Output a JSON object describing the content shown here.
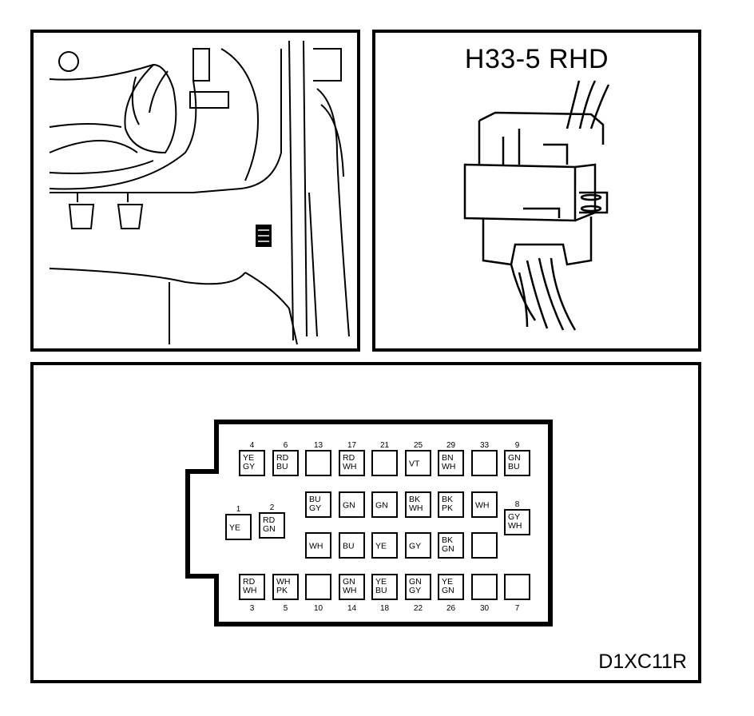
{
  "connector_title": "H33-5 RHD",
  "diagram_ref": "D1XC11R",
  "pins": [
    {
      "num": "4",
      "wire": [
        "YE",
        "GY"
      ]
    },
    {
      "num": "6",
      "wire": [
        "RD",
        "BU"
      ]
    },
    {
      "num": "13",
      "wire": []
    },
    {
      "num": "17",
      "wire": [
        "RD",
        "WH"
      ]
    },
    {
      "num": "21",
      "wire": []
    },
    {
      "num": "25",
      "wire": [
        "VT"
      ]
    },
    {
      "num": "29",
      "wire": [
        "BN",
        "WH"
      ]
    },
    {
      "num": "33",
      "wire": []
    },
    {
      "num": "9",
      "wire": [
        "GN",
        "BU"
      ]
    },
    {
      "num": "1",
      "wire": [
        "YE"
      ]
    },
    {
      "num": "2",
      "wire": [
        "RD",
        "GN"
      ]
    },
    {
      "num": "",
      "wire": [
        "BU",
        "GY"
      ]
    },
    {
      "num": "",
      "wire": [
        "GN"
      ]
    },
    {
      "num": "",
      "wire": [
        "GN"
      ]
    },
    {
      "num": "",
      "wire": [
        "BK",
        "WH"
      ]
    },
    {
      "num": "",
      "wire": [
        "BK",
        "PK"
      ]
    },
    {
      "num": "",
      "wire": [
        "WH"
      ]
    },
    {
      "num": "8",
      "wire": [
        "GY",
        "WH"
      ]
    },
    {
      "num": "",
      "wire": [
        "WH"
      ]
    },
    {
      "num": "",
      "wire": [
        "BU"
      ]
    },
    {
      "num": "",
      "wire": [
        "YE"
      ]
    },
    {
      "num": "",
      "wire": [
        "GY"
      ]
    },
    {
      "num": "",
      "wire": [
        "BK",
        "GN"
      ]
    },
    {
      "num": "",
      "wire": []
    },
    {
      "num": "3",
      "wire": [
        "RD",
        "WH"
      ]
    },
    {
      "num": "5",
      "wire": [
        "WH",
        "PK"
      ]
    },
    {
      "num": "10",
      "wire": []
    },
    {
      "num": "14",
      "wire": [
        "GN",
        "WH"
      ]
    },
    {
      "num": "18",
      "wire": [
        "YE",
        "BU"
      ]
    },
    {
      "num": "22",
      "wire": [
        "GN",
        "GY"
      ]
    },
    {
      "num": "26",
      "wire": [
        "YE",
        "GN"
      ]
    },
    {
      "num": "30",
      "wire": []
    },
    {
      "num": "7",
      "wire": []
    }
  ]
}
